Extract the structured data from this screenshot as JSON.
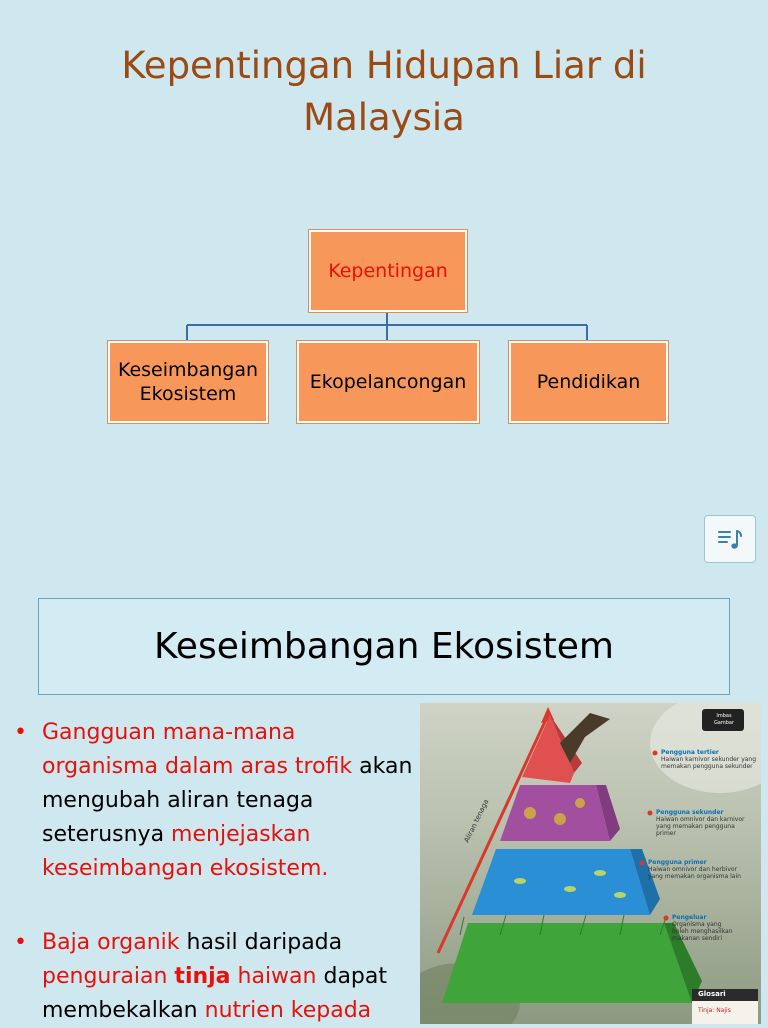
{
  "title": {
    "line1": "Kepentingan Hidupan Liar di",
    "line2": "Malaysia"
  },
  "diagram": {
    "root": "Kepentingan",
    "children": [
      {
        "line1": "Keseimbangan",
        "line2": "Ekosistem"
      },
      {
        "line1": "Ekopelancongan",
        "line2": ""
      },
      {
        "line1": "Pendidikan",
        "line2": ""
      }
    ]
  },
  "audio_button": {
    "icon": "playlist-music-icon"
  },
  "section": {
    "title": "Keseimbangan Ekosistem"
  },
  "bullets": [
    {
      "parts": [
        {
          "text": "Gangguan mana-mana organisma dalam aras trofik",
          "style": "red"
        },
        {
          "text": " akan mengubah aliran tenaga seterusnya ",
          "style": "plain"
        },
        {
          "text": "menjejaskan keseimbangan ekosistem.",
          "style": "red"
        }
      ]
    },
    {
      "parts": [
        {
          "text": "Baja organik",
          "style": "red"
        },
        {
          "text": " hasil daripada ",
          "style": "plain"
        },
        {
          "text": "penguraian ",
          "style": "red"
        },
        {
          "text": "tinja",
          "style": "red-bold"
        },
        {
          "text": " haiwan",
          "style": "red"
        },
        {
          "text": " dapat membekalkan ",
          "style": "plain"
        },
        {
          "text": "nutrien kepada",
          "style": "red"
        }
      ]
    }
  ],
  "pyramid_image": {
    "arrow_label": "Aliran tenaga",
    "tiers": [
      {
        "name": "Pengguna tertier",
        "desc": "Haiwan karnivor sekunder yang memakan pengguna sekunder",
        "color": "#e05050"
      },
      {
        "name": "Pengguna sekunder",
        "desc": "Haiwan omnivor dan karnivor yang memakan pengguna primer",
        "color": "#a34fa0"
      },
      {
        "name": "Pengguna primer",
        "desc": "Haiwan omnivor dan herbivor yang memakan organisma lain",
        "color": "#2b8fd6"
      },
      {
        "name": "Pengeluar",
        "desc": "Organisma yang boleh menghasilkan makanan sendiri",
        "color": "#3fa53a"
      }
    ],
    "badge": "Imbas Gambar",
    "glosari": "Glosari",
    "glosari_term": "Tinja: Najis"
  }
}
